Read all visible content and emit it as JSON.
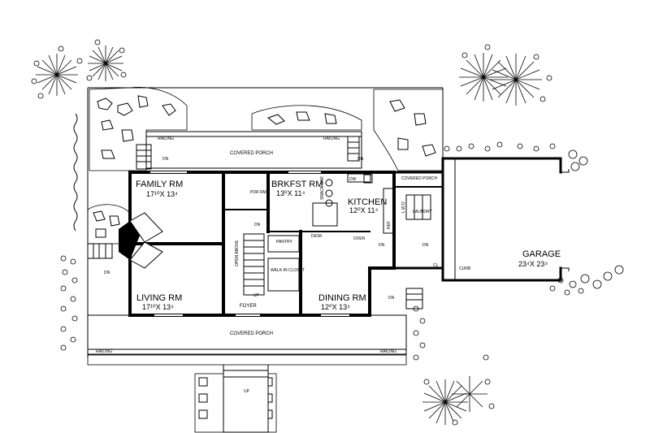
{
  "rooms": {
    "family": {
      "name": "FAMILY RM",
      "dim": "17¹⁰X 13⁴"
    },
    "brkfst": {
      "name": "BRKFST RM",
      "dim": "13⁰X 11⁴"
    },
    "kitchen": {
      "name": "KITCHEN",
      "dim": "12⁰X 11⁴"
    },
    "living": {
      "name": "LIVING RM",
      "dim": "17¹⁰X 13⁴"
    },
    "dining": {
      "name": "DINING RM",
      "dim": "12⁰X 13⁴"
    },
    "garage": {
      "name": "GARAGE",
      "dim": "23⁴X 23⁴"
    }
  },
  "labels": {
    "covered_porch_top": "COVERED PORCH",
    "covered_porch_bottom": "COVERED PORCH",
    "covered_porch_side": "COVERED PORCH",
    "railing_tl": "RAILING",
    "railing_tr": "RAILING",
    "railing_bl": "RAILING",
    "railing_br": "RAILING",
    "pwdr": "PDR RM",
    "pantry": "PANTRY",
    "walkin": "WALK-IN CLOSET",
    "foyer": "FOYER",
    "open_above": "OPEN ABOVE",
    "desk": "DESK",
    "oven": "OVEN",
    "laundry": "LAUNDRY",
    "dw": "DW",
    "snack": "SNACK BAR",
    "curb": "CURB",
    "ref": "REF",
    "up_stair": "UP",
    "up_walk": "UP",
    "dn": "DN",
    "cl": "CL",
    "ldry_abbr": "L W D"
  }
}
